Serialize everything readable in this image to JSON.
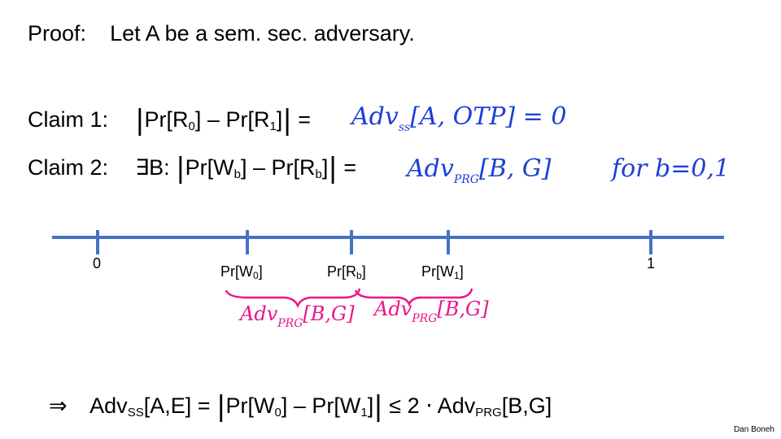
{
  "proof": {
    "label": "Proof:",
    "text": "Let A be a sem. sec. adversary."
  },
  "claim1": {
    "label": "Claim 1:",
    "pr_a": "Pr[R",
    "sub_a": "0",
    "close_a": "]",
    "minus": "–",
    "pr_b": "Pr[R",
    "sub_b": "1",
    "close_b": "]",
    "bar": "|",
    "equals": "=",
    "hand": "Adv",
    "hand_sub": "ss",
    "hand_rest": "[A, OTP] = 0"
  },
  "claim2": {
    "label": "Claim 2:",
    "exists": "∃B:",
    "pr_a": "Pr[W",
    "sub_a": "b",
    "close_a": "]",
    "minus": "–",
    "pr_b": "Pr[R",
    "sub_b": "b",
    "close_b": "]",
    "bar": "|",
    "equals": "=",
    "hand": "Adv",
    "hand_sub": "PRG",
    "hand_rest": "[B, G]",
    "hand_note": "for b=0,1"
  },
  "numberline": {
    "zero": "0",
    "one": "1",
    "w0": "Pr[W",
    "w0_sub": "0",
    "w0_close": "]",
    "rb": "Pr[R",
    "rb_sub": "b",
    "rb_close": "]",
    "w1": "Pr[W",
    "w1_sub": "1",
    "w1_close": "]",
    "gap1": "Adv",
    "gap1_sub": "PRG",
    "gap1_rest": "[B,G]",
    "gap2": "Adv",
    "gap2_sub": "PRG",
    "gap2_rest": "[B,G]"
  },
  "conclusion": {
    "implies": "⇒",
    "adv": "Adv",
    "adv_sub": "SS",
    "adv_rest": "[A,E] =",
    "pr_a": "Pr[W",
    "sub_a": "0",
    "close_a": "]",
    "minus": "–",
    "pr_b": "Pr[W",
    "sub_b": "1",
    "close_b": "]",
    "bar": "|",
    "leq": "≤ 2 ⋅ Adv",
    "leq_sub": "PRG",
    "leq_rest": "[B,G]"
  },
  "signature": "Dan Boneh",
  "colors": {
    "hand_blue": "#1d3fd6",
    "hand_pink": "#e8168c",
    "axis": "#4472c4"
  }
}
